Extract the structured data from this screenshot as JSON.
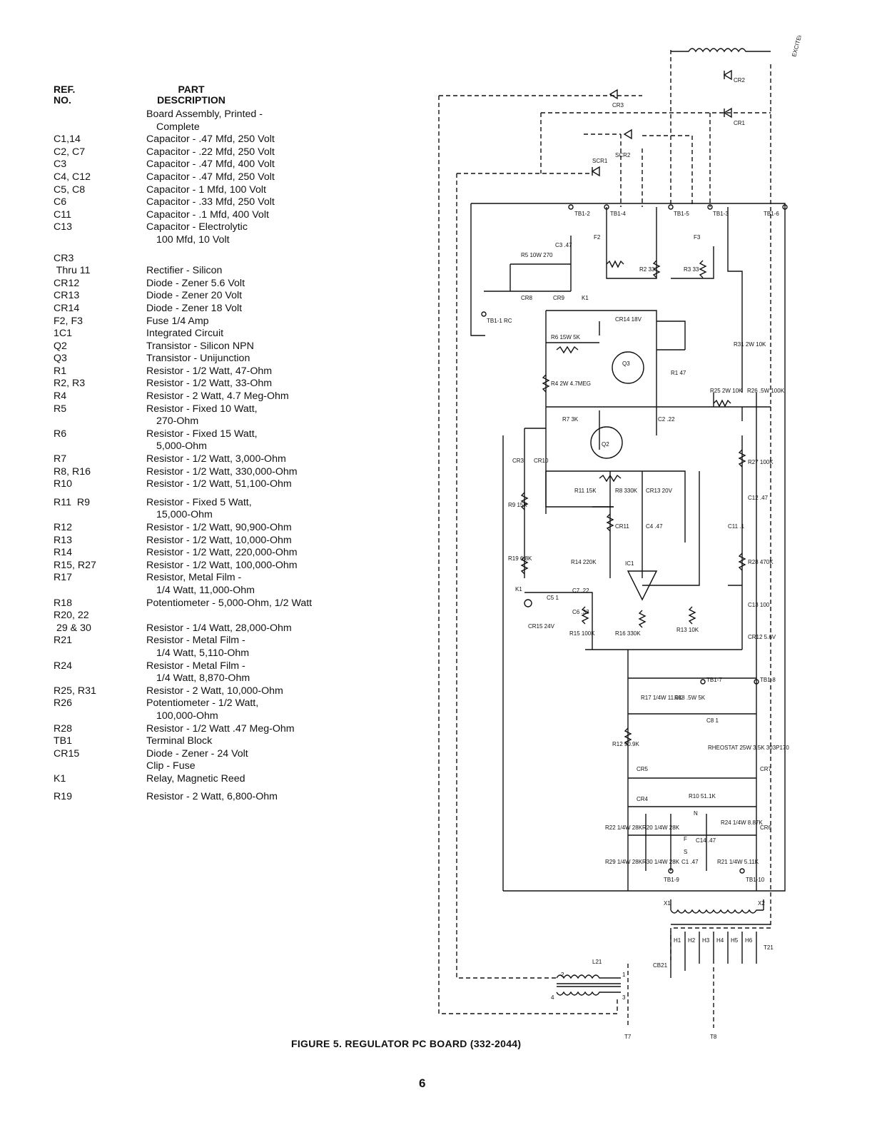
{
  "header": {
    "ref": "REF.\nNO.",
    "desc": "PART\nDESCRIPTION"
  },
  "parts": [
    {
      "ref": "",
      "desc": "Board Assembly, Printed -",
      "desc2": "Complete"
    },
    {
      "ref": "C1,14",
      "desc": "Capacitor - .47 Mfd, 250 Volt"
    },
    {
      "ref": "C2, C7",
      "desc": "Capacitor - .22 Mfd, 250 Volt"
    },
    {
      "ref": "C3",
      "desc": "Capacitor - .47 Mfd, 400 Volt"
    },
    {
      "ref": "C4, C12",
      "desc": "Capacitor - .47 Mfd, 250 Volt"
    },
    {
      "ref": "C5, C8",
      "desc": "Capacitor - 1 Mfd, 100 Volt"
    },
    {
      "ref": "C6",
      "desc": "Capacitor - .33 Mfd, 250 Volt"
    },
    {
      "ref": "C11",
      "desc": "Capacitor - .1 Mfd, 400 Volt"
    },
    {
      "ref": "C13",
      "desc": "Capacitor - Electrolytic",
      "desc2": "100 Mfd, 10 Volt"
    },
    {
      "ref": "CR3\n Thru 11",
      "desc": "\nRectifier - Silicon",
      "gap": true
    },
    {
      "ref": "CR12",
      "desc": "Diode - Zener 5.6 Volt"
    },
    {
      "ref": "CR13",
      "desc": "Diode - Zener 20 Volt"
    },
    {
      "ref": "CR14",
      "desc": "Diode - Zener 18 Volt"
    },
    {
      "ref": "F2, F3",
      "desc": "Fuse 1/4 Amp"
    },
    {
      "ref": "1C1",
      "desc": "Integrated Circuit"
    },
    {
      "ref": "Q2",
      "desc": "Transistor - Silicon NPN"
    },
    {
      "ref": "Q3",
      "desc": "Transistor - Unijunction"
    },
    {
      "ref": "R1",
      "desc": "Resistor - 1/2 Watt, 47-Ohm"
    },
    {
      "ref": "R2, R3",
      "desc": "Resistor - 1/2 Watt, 33-Ohm"
    },
    {
      "ref": "R4",
      "desc": "Resistor - 2 Watt, 4.7 Meg-Ohm"
    },
    {
      "ref": "R5",
      "desc": "Resistor - Fixed 10 Watt,",
      "desc2": "270-Ohm"
    },
    {
      "ref": "R6",
      "desc": "Resistor - Fixed 15 Watt,",
      "desc2": "5,000-Ohm"
    },
    {
      "ref": "R7",
      "desc": "Resistor - 1/2 Watt, 3,000-Ohm"
    },
    {
      "ref": "R8, R16",
      "desc": "Resistor - 1/2 Watt, 330,000-Ohm"
    },
    {
      "ref": "R10",
      "desc": "Resistor - 1/2 Watt, 51,100-Ohm"
    },
    {
      "ref": "R11  R9",
      "desc": "Resistor - Fixed 5 Watt,",
      "desc2": "15,000-Ohm",
      "gap": true
    },
    {
      "ref": "R12",
      "desc": "Resistor - 1/2 Watt, 90,900-Ohm"
    },
    {
      "ref": "R13",
      "desc": "Resistor - 1/2 Watt, 10,000-Ohm"
    },
    {
      "ref": "R14",
      "desc": "Resistor - 1/2 Watt, 220,000-Ohm"
    },
    {
      "ref": "R15, R27",
      "desc": "Resistor - 1/2 Watt, 100,000-Ohm"
    },
    {
      "ref": "R17",
      "desc": "Resistor, Metal Film -",
      "desc2": "1/4 Watt, 11,000-Ohm"
    },
    {
      "ref": "R18",
      "desc": "Potentiometer - 5,000-Ohm, 1/2 Watt"
    },
    {
      "ref": "R20, 22\n 29 & 30",
      "desc": "\nResistor - 1/4 Watt, 28,000-Ohm"
    },
    {
      "ref": "R21",
      "desc": "Resistor - Metal Film -",
      "desc2": "1/4 Watt, 5,110-Ohm"
    },
    {
      "ref": "R24",
      "desc": "Resistor - Metal Film -",
      "desc2": "1/4 Watt, 8,870-Ohm"
    },
    {
      "ref": "R25, R31",
      "desc": "Resistor - 2 Watt, 10,000-Ohm"
    },
    {
      "ref": "R26",
      "desc": "Potentiometer - 1/2 Watt,",
      "desc2": "100,000-Ohm"
    },
    {
      "ref": "R28",
      "desc": "Resistor - 1/2 Watt .47 Meg-Ohm"
    },
    {
      "ref": "TB1",
      "desc": "Terminal Block"
    },
    {
      "ref": "CR15",
      "desc": "Diode - Zener - 24 Volt"
    },
    {
      "ref": "",
      "desc": "Clip - Fuse"
    },
    {
      "ref": "K1",
      "desc": "Relay, Magnetic Reed"
    },
    {
      "ref": "R19",
      "desc": "Resistor - 2 Watt, 6,800-Ohm",
      "gap": true
    }
  ],
  "schematic": {
    "exciter_field": "EXCITER FIELD",
    "labels": [
      "CR2",
      "CR1",
      "CR3",
      "SCR1",
      "SCR2",
      "TB1-2",
      "TB1-4",
      "TB1-5",
      "TB1-3",
      "TB1-6",
      "F2",
      "F3",
      "R2 33",
      "R3 33",
      "R5 10W 270",
      "C3 .47",
      "CR8",
      "CR9",
      "K1",
      "TB1-1 RC",
      "CR14 18V",
      "R6 15W 5K",
      "Q3",
      "R1 47",
      "R31 2W 10K",
      "R4 2W 4.7MEG",
      "R25 2W 10K",
      "R26 .5W 100K",
      "R7 3K",
      "C2 .22",
      "Q2",
      "CR3",
      "CR10",
      "R27 100K",
      "R11 15K",
      "R8 330K",
      "CR13 20V",
      "C12 .47",
      "R9 15K",
      "CR11",
      "C4 .47",
      "C11 .1",
      "R19 6.8K",
      "R14 220K",
      "IC1",
      "R28 470K",
      "K1",
      "C5 1",
      "C7 .22",
      "C6 .33",
      "C13 100",
      "CR15 24V",
      "R15 100K",
      "R16 330K",
      "R13 10K",
      "CR12 5.6V",
      "TB1-7",
      "TB1-8",
      "R17 1/4W 11.0K",
      "R18 .5W 5K",
      "C8 1",
      "R12 90.9K",
      "RHEOSTAT 25W 3.5K 303P170",
      "CR5",
      "CR7",
      "CR4",
      "R10 51.1K",
      "CR6",
      "R22 1/4W 28K",
      "R20 1/4W 28K",
      "R24 1/4W 8.87K",
      "R29 1/4W 28K",
      "R30 1/4W 28K",
      "C14 .47",
      "C1 .47",
      "R21 1/4W 5.11K",
      "TB1-9",
      "TB1-10",
      "X1",
      "X2",
      "T21",
      "L21",
      "CB21",
      "H1",
      "H2",
      "H3",
      "H4",
      "H5",
      "H6",
      "T7",
      "T8",
      "1",
      "2",
      "3",
      "4",
      "S",
      "F",
      "N"
    ]
  },
  "caption": "FIGURE 5.   REGULATOR PC BOARD (332-2044)",
  "page_number": "6"
}
